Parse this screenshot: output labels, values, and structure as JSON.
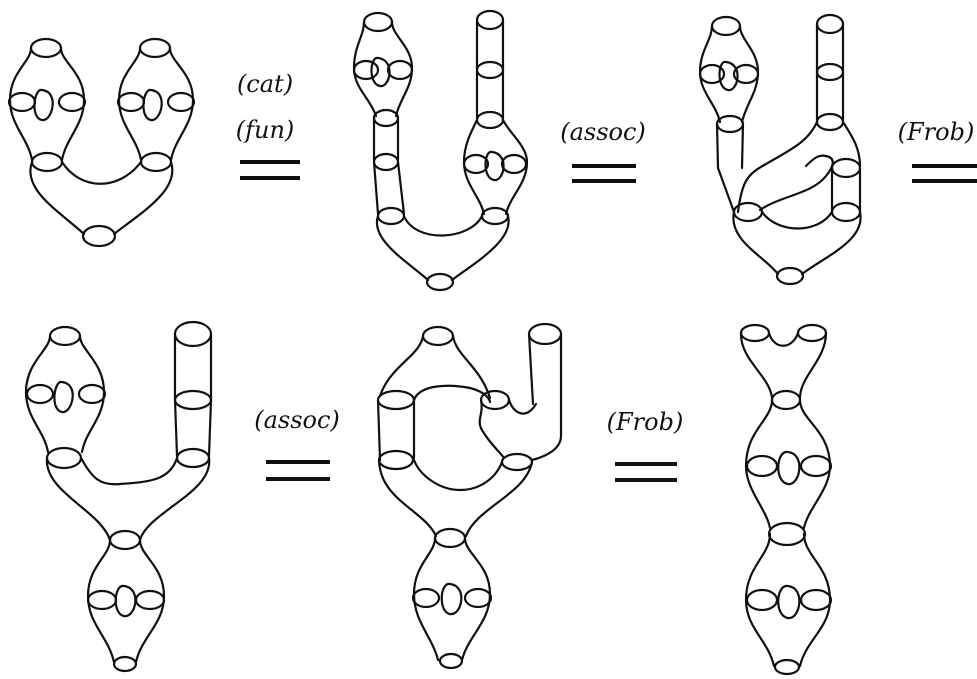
{
  "relations": [
    {
      "lines": [
        "(cat)",
        "(fun)"
      ]
    },
    {
      "lines": [
        "(assoc)"
      ]
    },
    {
      "lines": [
        "(Frob)"
      ]
    },
    {
      "lines": [
        "(assoc)"
      ]
    },
    {
      "lines": [
        "(Frob)"
      ]
    }
  ]
}
